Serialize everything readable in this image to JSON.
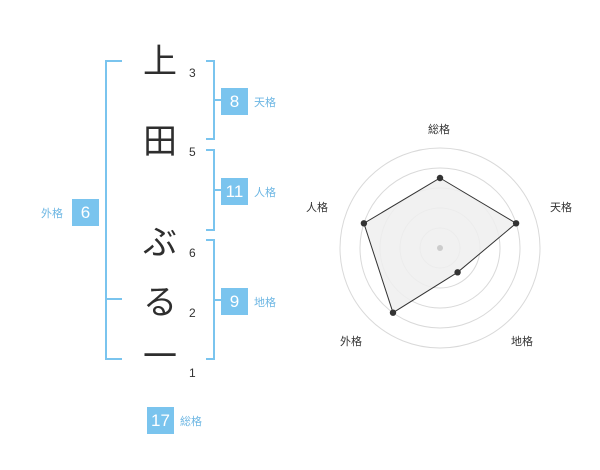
{
  "name": {
    "chars": [
      "上",
      "田",
      "ぶ",
      "る",
      "一"
    ],
    "strokes": [
      "3",
      "5",
      "6",
      "2",
      "1"
    ]
  },
  "fortune": {
    "tenkaku": {
      "value": "8",
      "label": "天格"
    },
    "jinkaku": {
      "value": "11",
      "label": "人格"
    },
    "chikaku": {
      "value": "9",
      "label": "地格"
    },
    "gaikaku": {
      "value": "6",
      "label": "外格"
    },
    "soukaku": {
      "value": "17",
      "label": "総格"
    }
  },
  "chart_data": {
    "type": "radar",
    "axes": [
      "総格",
      "天格",
      "地格",
      "外格",
      "人格"
    ],
    "values": [
      3.5,
      4,
      1.5,
      4,
      4
    ],
    "max": 5,
    "rings": 5,
    "colors": {
      "fill": "#eeeeee",
      "ring": "#d9d9d9",
      "line": "#333333",
      "point": "#333333",
      "center": "#cccccc"
    }
  },
  "colors": {
    "bracket": "#7ac4ee",
    "badge": "#7ac4ee"
  }
}
